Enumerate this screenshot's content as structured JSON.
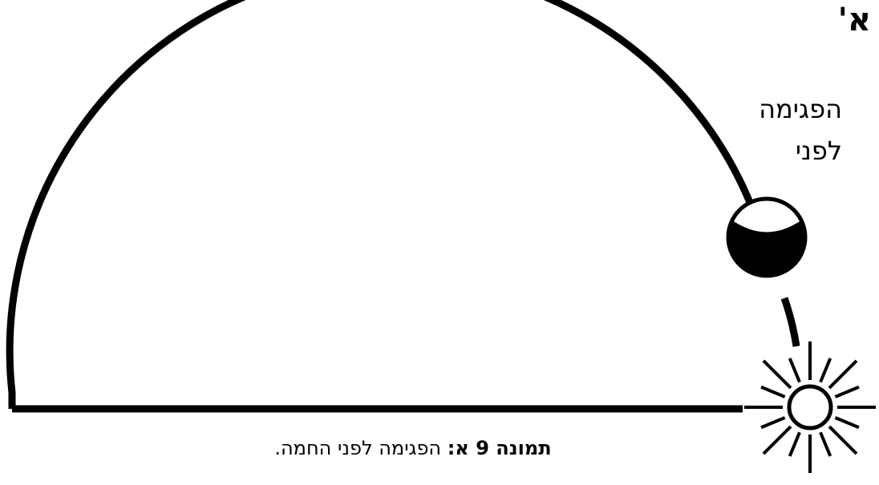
{
  "panel_label": "א'",
  "moon_label": {
    "line1": "הפגימה",
    "line2": "לפני"
  },
  "caption": {
    "bold": "תמונה 9 א:",
    "text": " הפגימה לפני החמה."
  },
  "icons": {
    "moon": "moon-crescent-icon",
    "sun": "sun-icon"
  }
}
